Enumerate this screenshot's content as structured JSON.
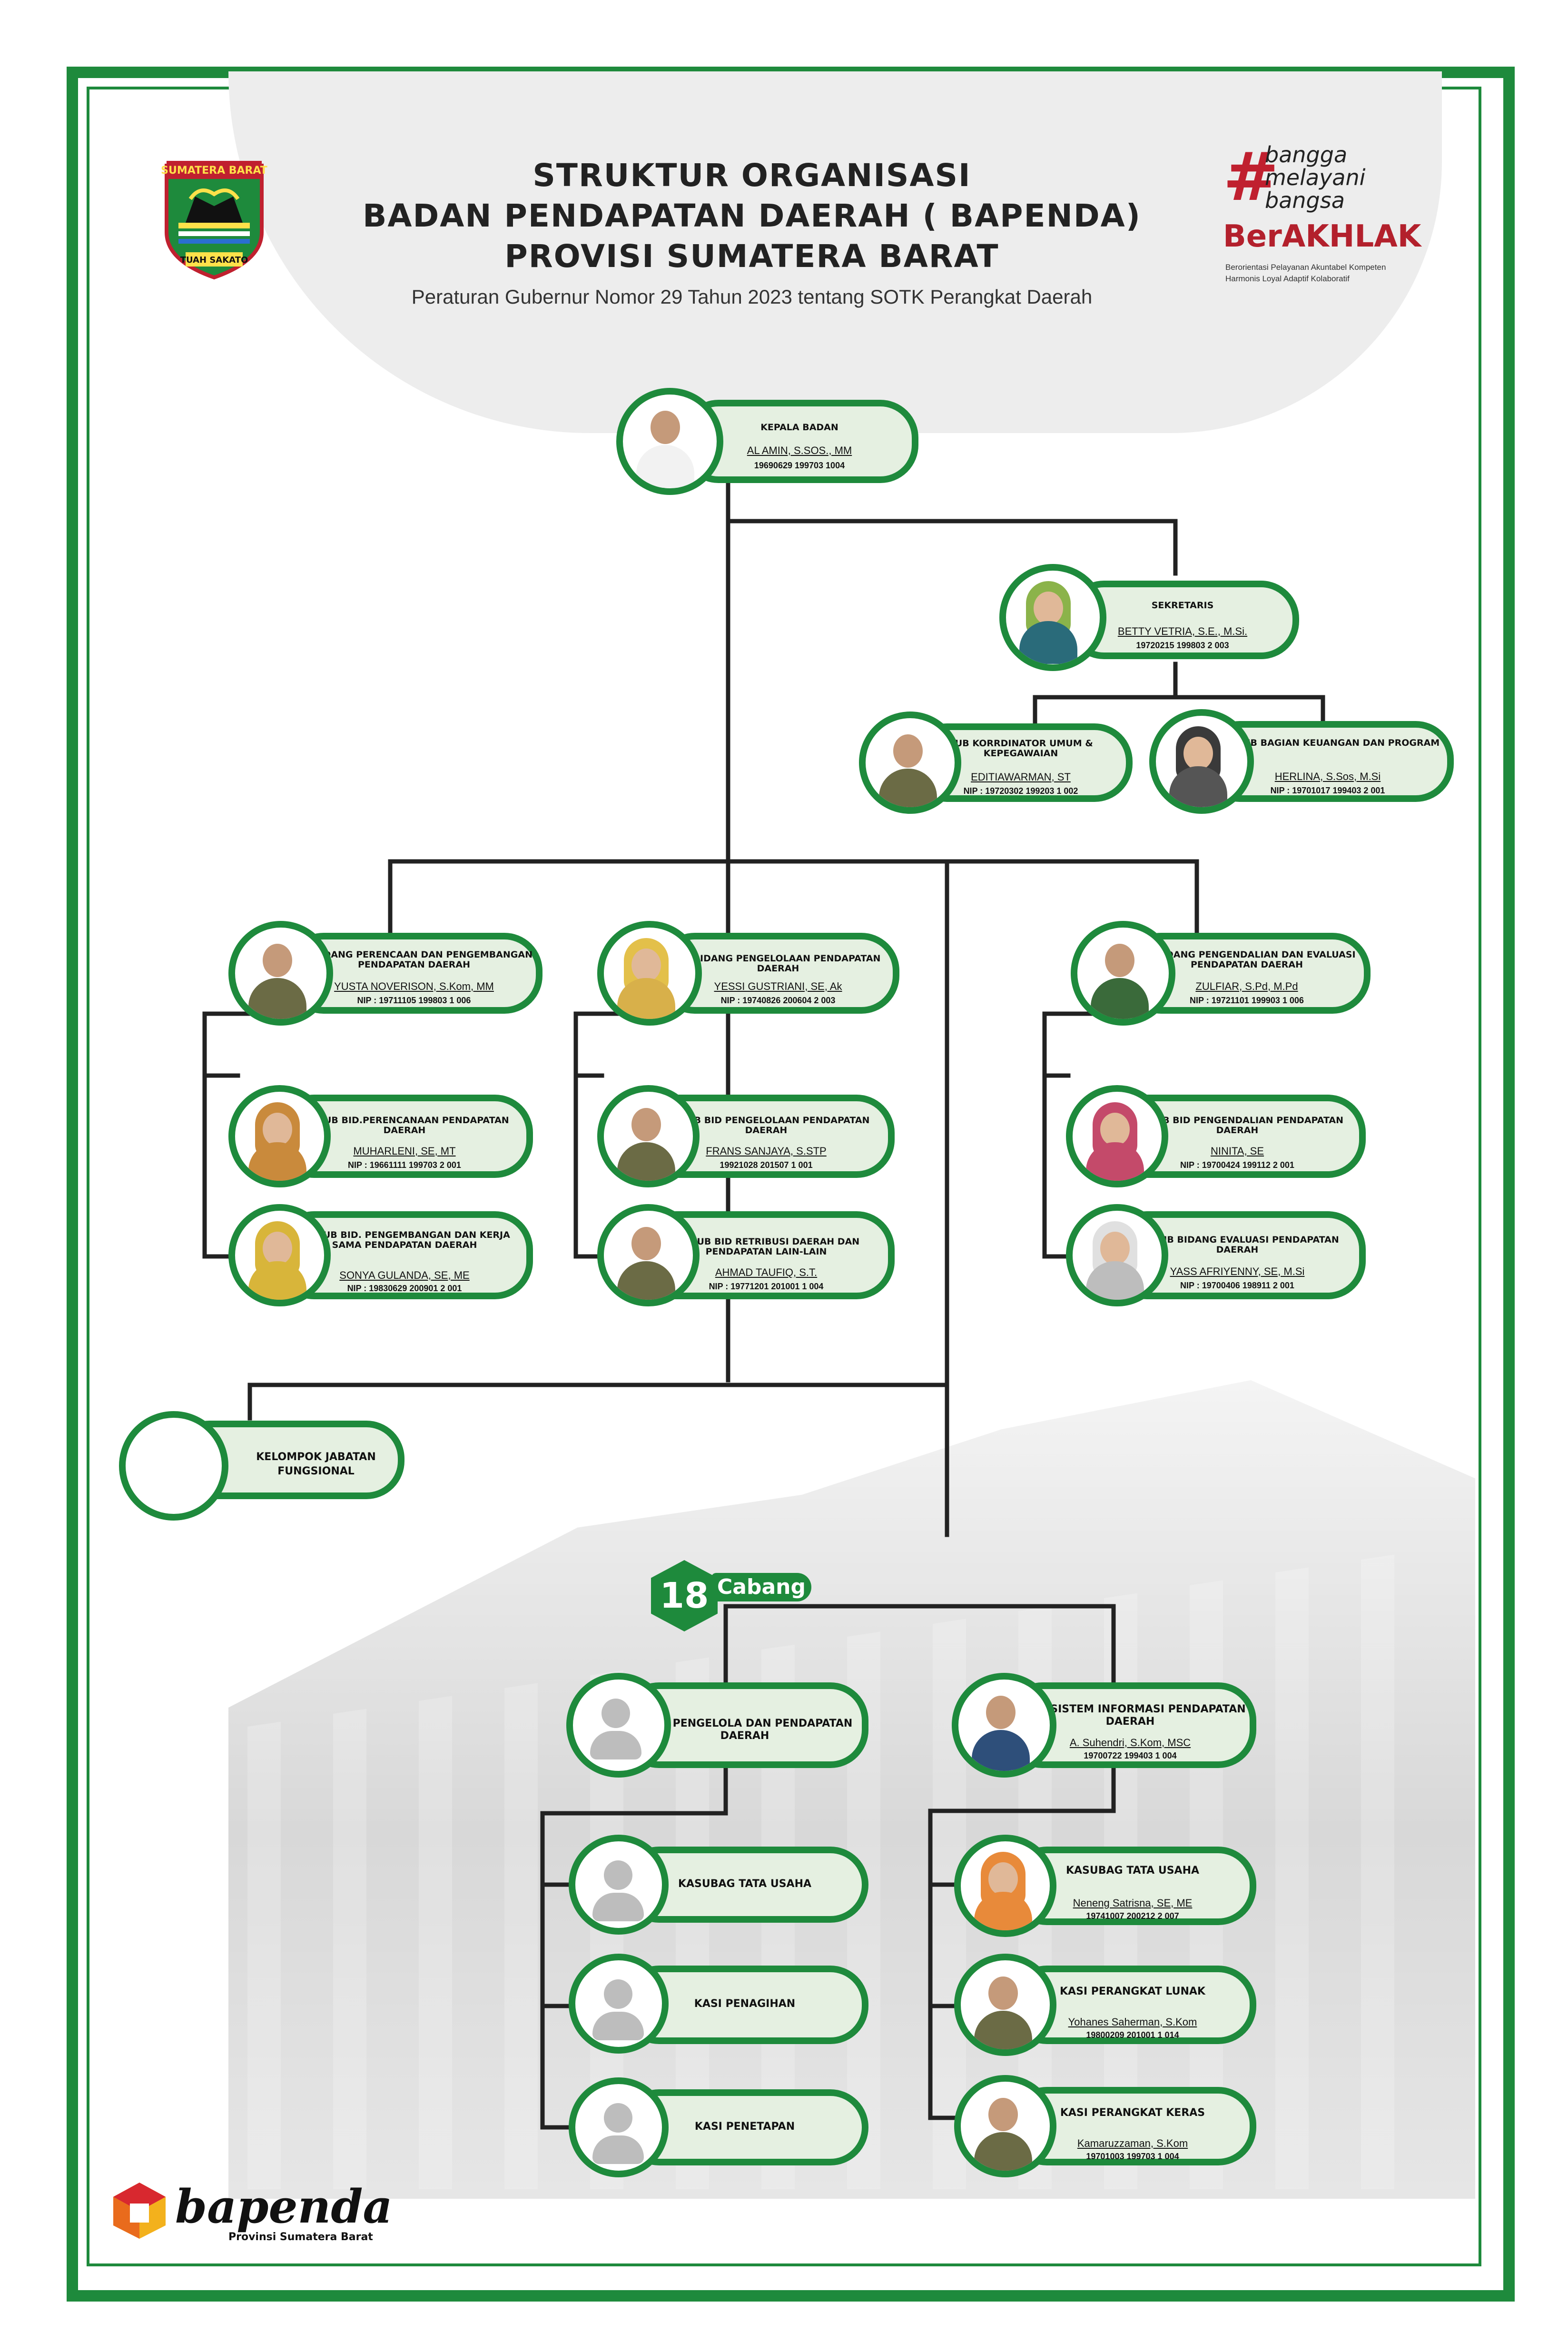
{
  "header": {
    "title_lines": [
      "STRUKTUR ORGANISASI",
      "BADAN PENDAPATAN DAERAH ( BAPENDA)",
      "PROVISI SUMATERA BARAT"
    ],
    "subtitle": "Peraturan Gubernur Nomor 29 Tahun 2023 tentang SOTK Perangkat Daerah",
    "logo_left": {
      "top_text": "SUMATERA BARAT",
      "bottom_text": "TUAH SAKATO"
    },
    "brand_bangga": {
      "hash": "#",
      "lines": [
        "bangga",
        "melayani",
        "bangsa"
      ]
    },
    "brand_berakhlak": {
      "word": "BerAKHLAK",
      "sub_lines": [
        "Berorientasi Pelayanan Akuntabel Kompeten",
        "Harmonis Loyal Adaptif Kolaboratif"
      ]
    }
  },
  "colors": {
    "primary_green": "#1e8a3c",
    "node_fill": "#e5f0e1",
    "accent_red": "#c0202f"
  },
  "nodes": {
    "kepala": {
      "role": "KEPALA BADAN",
      "name": "AL AMIN, S.SOS., MM",
      "nip": "19690629 199703 1004"
    },
    "sekretaris": {
      "role": "SEKRETARIS",
      "name": "BETTY VETRIA, S.E., M.Si.",
      "nip": "19720215 199803 2 003"
    },
    "umum": {
      "role": "SUB KORRDINATOR UMUM & KEPEGAWAIAN",
      "name": "EDITIAWARMAN, ST",
      "nip": "NIP : 19720302 199203 1 002"
    },
    "keuangan": {
      "role": "KA. SUB BAGIAN KEUANGAN DAN PROGRAM",
      "name": "HERLINA, S.Sos, M.Si",
      "nip": "NIP : 19701017 199403 2 001"
    },
    "bidang1": {
      "role": "KA.BIDANG PERENCAAN DAN PENGEMBANGAN PENDAPATAN DAERAH",
      "name": "YUSTA NOVERISON, S.Kom, MM",
      "nip": "NIP : 19711105 199803 1 006"
    },
    "bidang2": {
      "role": "KA.BIDANG PENGELOLAAN PENDAPATAN DAERAH",
      "name": "YESSI GUSTRIANI, SE, Ak",
      "nip": "NIP : 19740826 200604 2 003"
    },
    "bidang3": {
      "role": "KA.BIDANG PENGENDALIAN DAN EVALUASI PENDAPATAN DAERAH",
      "name": "ZULFIAR, S.Pd, M.Pd",
      "nip": "NIP : 19721101 199903 1 006"
    },
    "sub1a": {
      "role": "KA.SUB BID.PERENCANAAN PENDAPATAN DAERAH",
      "name": "MUHARLENI, SE, MT",
      "nip": "NIP : 19661111 199703 2 001"
    },
    "sub1b": {
      "role": "KA.SUB BID. PENGEMBANGAN DAN KERJA SAMA PENDAPATAN DAERAH",
      "name": "SONYA GULANDA, SE, ME",
      "nip": "NIP : 19830629 200901 2 001"
    },
    "sub2a": {
      "role": "KA.SUB BID PENGELOLAAN PENDAPATAN DAERAH",
      "name": "FRANS SANJAYA, S.STP",
      "nip": "19921028 201507 1 001"
    },
    "sub2b": {
      "role": "KA.SUB BID RETRIBUSI DAERAH DAN PENDAPATAN LAIN-LAIN",
      "name": "AHMAD TAUFIQ, S.T.",
      "nip": "NIP : 19771201 201001 1 004"
    },
    "sub3a": {
      "role": "KA.SUB BID PENGENDALIAN PENDAPATAN DAERAH",
      "name": "NINITA, SE",
      "nip": "NIP : 19700424 199112 2 001"
    },
    "sub3b": {
      "role": "KA.SUB BIDANG EVALUASI PENDAPATAN DAERAH",
      "name": "YASS AFRIYENNY, SE, M.Si",
      "nip": "NIP : 19700406 198911 2 001"
    },
    "fungsional": {
      "role": "KELOMPOK JABATAN FUNGSIONAL"
    },
    "uptd1": {
      "role": "UPTD PENGELOLA DAN PENDAPATAN DAERAH"
    },
    "uptd2": {
      "role": "UPTD SISTEM INFORMASI PENDAPATAN DAERAH",
      "name": "A. Suhendri, S.Kom, MSC",
      "nip": "19700722 199403 1 004"
    },
    "u1a": {
      "role": "KASUBAG TATA USAHA"
    },
    "u1b": {
      "role": "KASI PENAGIHAN"
    },
    "u1c": {
      "role": "KASI PENETAPAN"
    },
    "u2a": {
      "role": "KASUBAG TATA USAHA",
      "name": "Neneng Satrisna, SE, ME",
      "nip": "19741007 200212 2 007"
    },
    "u2b": {
      "role": "KASI PERANGKAT LUNAK",
      "name": "Yohanes Saherman, S.Kom",
      "nip": "19800209 201001 1 014"
    },
    "u2c": {
      "role": "KASI PERANGKAT KERAS",
      "name": "Kamaruzzaman, S.Kom",
      "nip": "19701003 199703 1 004"
    }
  },
  "branch": {
    "count": "18",
    "label": "Cabang"
  },
  "footer": {
    "brand": "bapenda",
    "sub": "Provinsi Sumatera Barat"
  }
}
